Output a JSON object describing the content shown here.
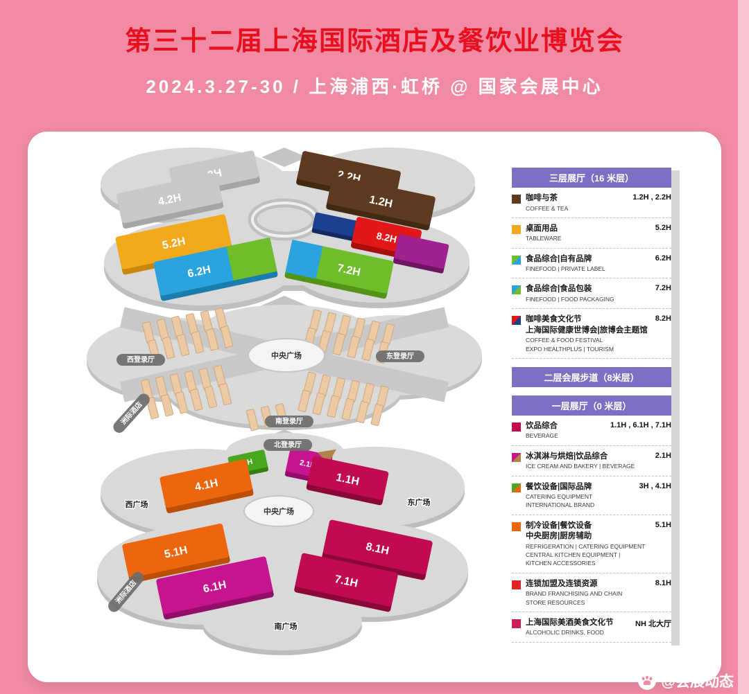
{
  "header": {
    "title": "第三十二届上海国际酒店及餐饮业博览会",
    "subtitle": "2024.3.27-30 / 上海浦西·虹桥 @ 国家会展中心"
  },
  "colors": {
    "background_pink": "#f08ba3",
    "title_red": "#e8101f",
    "legend_header_purple": "#7e6fc4"
  },
  "map": {
    "floor3": {
      "hall_3h": "3H",
      "hall_42h": "4.2H",
      "hall_22h": "2.2H",
      "hall_12h": "1.2H",
      "hall_52h": "5.2H",
      "hall_62h": "6.2H",
      "hall_72h": "7.2H",
      "hall_82h": "8.2H"
    },
    "floor2": {
      "west_lobby": "西登录厅",
      "central_plaza": "中央广场",
      "east_lobby": "东登录厅",
      "south_lobby": "南登录厅",
      "hotel": "洲际酒店"
    },
    "floor1": {
      "north_lobby": "北登录厅",
      "hall_3h": "3H",
      "hall_21h": "2.1H",
      "hall_41h": "4.1H",
      "hall_11h": "1.1H",
      "central_plaza": "中央广场",
      "west_plaza": "西广场",
      "east_plaza": "东广场",
      "hall_51h": "5.1H",
      "hall_81h": "8.1H",
      "hall_61h": "6.1H",
      "hall_71h": "7.1H",
      "south_plaza": "南广场",
      "hotel": "洲际酒店"
    }
  },
  "legend": {
    "sections": [
      {
        "title": "三层展厅（16 米层）",
        "items": [
          {
            "cn": [
              "咖啡与茶"
            ],
            "en": [
              "COFFEE & TEA"
            ],
            "halls": "1.2H , 2.2H",
            "swatch": [
              "#5e3b20"
            ]
          },
          {
            "cn": [
              "桌面用品"
            ],
            "en": [
              "TABLEWARE"
            ],
            "halls": "5.2H",
            "swatch": [
              "#f2a91b"
            ]
          },
          {
            "cn": [
              "食品综合|自有品牌"
            ],
            "en": [
              "FINEFOOD | PRIVATE LABEL"
            ],
            "halls": "6.2H",
            "swatch": [
              "#6fbd2a",
              "#2aa3de"
            ]
          },
          {
            "cn": [
              "食品综合|食品包装"
            ],
            "en": [
              "FINEFOOD | FOOD PACKAGING"
            ],
            "halls": "7.2H",
            "swatch": [
              "#2aa3de",
              "#6fbd2a"
            ]
          },
          {
            "cn": [
              "咖啡美食文化节",
              "上海国际健康世博会|旅博会主题馆"
            ],
            "en": [
              "COFFEE & FOOD FESTIVAL",
              "EXPO HEALTHPLUS | TOURISM"
            ],
            "halls": "8.2H",
            "swatch": [
              "#e21717",
              "#1d3f8f"
            ]
          }
        ]
      },
      {
        "title": "二层会展步道（8米层）",
        "items": []
      },
      {
        "title": "一层展厅（0 米层）",
        "items": [
          {
            "cn": [
              "饮品综合"
            ],
            "en": [
              "BEVERAGE"
            ],
            "halls": "1.1H , 6.1H , 7.1H",
            "swatch": [
              "#c00b50"
            ]
          },
          {
            "cn": [
              "冰淇淋与烘焙|饮品综合"
            ],
            "en": [
              "ICE CREAM AND BAKERY | BEVERAGE"
            ],
            "halls": "2.1H",
            "swatch": [
              "#c6148e",
              "#b08449"
            ]
          },
          {
            "cn": [
              "餐饮设备|国际品牌"
            ],
            "en": [
              "CATERING EQUIPMENT",
              "INTERNATIONAL BRAND"
            ],
            "halls": "3H , 4.1H",
            "swatch": [
              "#49a71f",
              "#ec660d"
            ]
          },
          {
            "cn": [
              "制冷设备|餐饮设备",
              "中央厨房|厨房辅助"
            ],
            "en": [
              "REFRIGERATION | CATERING EQUIPMENT",
              "CENTRAL KITCHEN EQUIPMENT |",
              "KITCHEN ACCESSORIES"
            ],
            "halls": "5.1H",
            "swatch": [
              "#ec660d"
            ]
          },
          {
            "cn": [
              "连锁加盟及连锁资源"
            ],
            "en": [
              "BRAND FRANCHISING AND CHAIN",
              "STORE RESOURCES"
            ],
            "halls": "8.1H",
            "swatch": [
              "#e02424"
            ]
          },
          {
            "cn": [
              "上海国际美酒美食文化节"
            ],
            "en": [
              "ALCOHOLIC DRINKS, FOOD"
            ],
            "halls": "NH 北大厅",
            "swatch": [
              "#c81e5a"
            ]
          }
        ]
      }
    ]
  },
  "watermark": {
    "icon": "paw-icon",
    "text": "@会展动态"
  }
}
